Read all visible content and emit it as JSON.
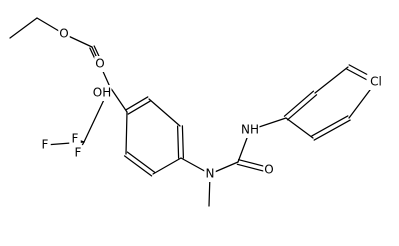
{
  "structure": {
    "atom_labels": {
      "ester_o": "O",
      "carbonyl_o": "O",
      "hydroxyl": "OH",
      "fluorine_1": "F",
      "fluorine_2": "F",
      "fluorine_3": "F",
      "amine_nh": "NH",
      "carbonyl_o_urea": "O",
      "nitrogen": "N",
      "chlorine": "Cl"
    }
  }
}
